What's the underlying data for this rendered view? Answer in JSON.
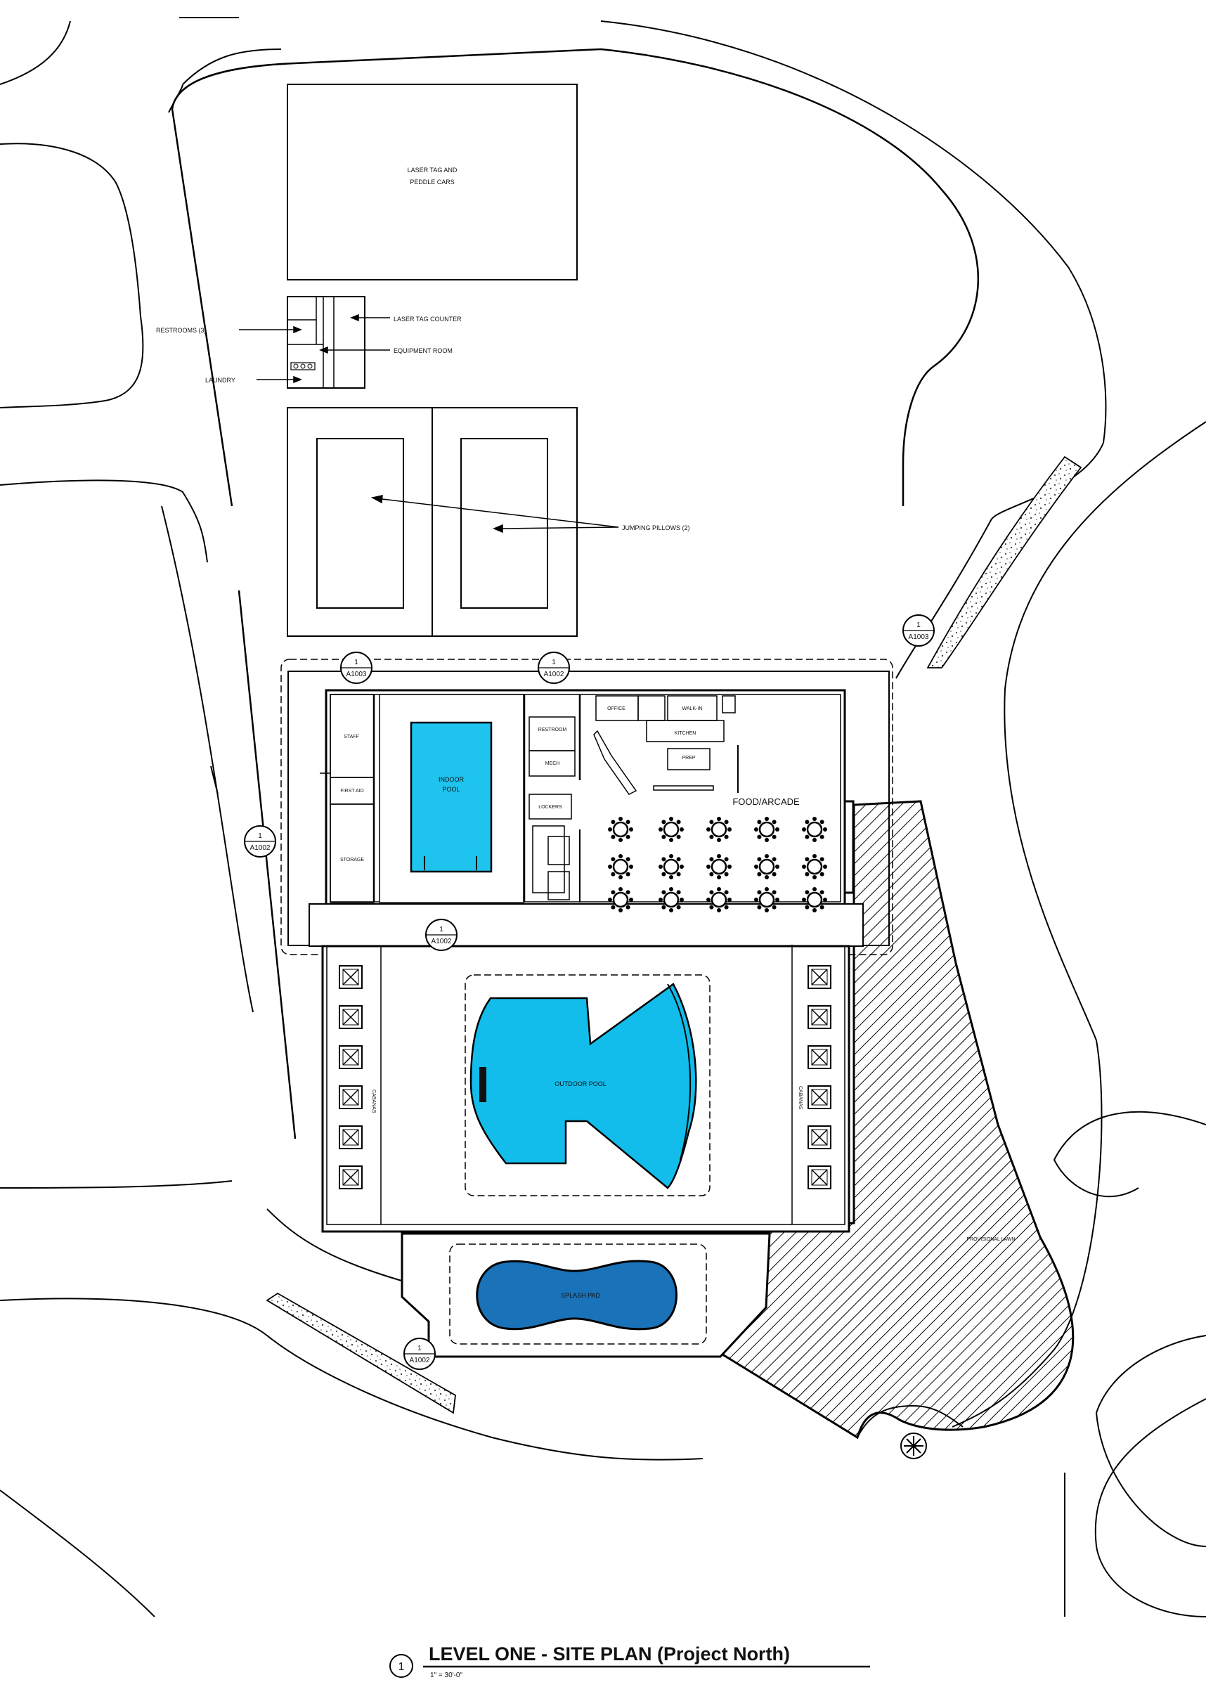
{
  "labels": {
    "laser_tag_building": [
      "LASER TAG AND",
      "PEDDLE CARS"
    ],
    "restrooms": "RESTROOMS (3)",
    "laser_tag_counter": "LASER TAG COUNTER",
    "equipment_room": "EQUIPMENT ROOM",
    "laundry": "LAUNDRY",
    "jumping_pillows": "JUMPING PILLOWS (2)",
    "indoor_pool": [
      "INDOOR",
      "POOL"
    ],
    "food_arcade": "FOOD/ARCADE",
    "outdoor_pool": "OUTDOOR POOL",
    "splash_pad": "SPLASH PAD"
  },
  "section_tags": [
    {
      "number": "1",
      "sheet": "A1003"
    },
    {
      "number": "1",
      "sheet": "A1003"
    },
    {
      "number": "1",
      "sheet": "A1002"
    },
    {
      "number": "1",
      "sheet": "A1002"
    },
    {
      "number": "1",
      "sheet": "A1002"
    },
    {
      "number": "1",
      "sheet": "A1002"
    }
  ],
  "title_block": {
    "number": "1",
    "title": "LEVEL ONE - SITE PLAN (Project North)",
    "scale": "1\" = 30'-0\""
  },
  "colors": {
    "indoor_pool": "#1ec3ee",
    "outdoor_pool": "#12bdeb",
    "splash_pad": "#1a72b8",
    "linework": "#000000"
  }
}
